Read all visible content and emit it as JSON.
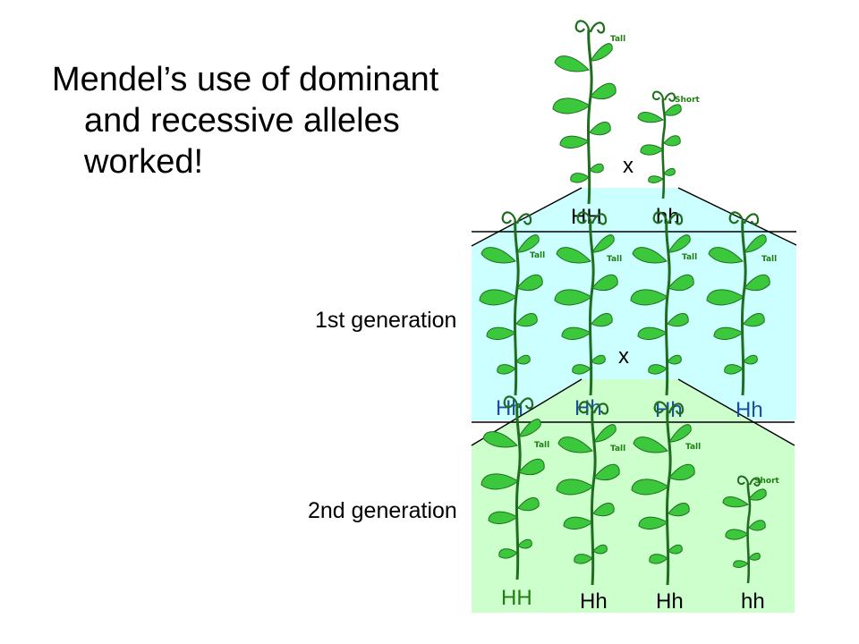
{
  "slide": {
    "title_lines": [
      "Mendel’s use of dominant",
      "and recessive alleles",
      "worked!"
    ]
  },
  "diagram": {
    "cross_symbol": "x",
    "generation_labels": {
      "first": "1st generation",
      "second": "2nd generation"
    },
    "parents": [
      {
        "trait": "Tall",
        "genotype": "HH"
      },
      {
        "trait": "Short",
        "genotype": "hh"
      }
    ],
    "first_generation": [
      {
        "trait": "Tall",
        "genotype": "Hh"
      },
      {
        "trait": "Tall",
        "genotype": "Hh"
      },
      {
        "trait": "Tall",
        "genotype": "Hh"
      },
      {
        "trait": "Tall",
        "genotype": "Hh"
      }
    ],
    "second_generation": [
      {
        "trait": "Tall",
        "genotype": "HH"
      },
      {
        "trait": "Tall",
        "genotype": "Hh"
      },
      {
        "trait": "Tall",
        "genotype": "Hh"
      },
      {
        "trait": "Short",
        "genotype": "hh"
      }
    ],
    "colors": {
      "first_gen_bg": "#ccffff",
      "second_gen_bg": "#ccffcc",
      "plant_leaf": "#3cc83c",
      "plant_stem": "#1f6e1f",
      "label_green": "#1e7f10",
      "allele_black": "#000000",
      "allele_blue": "#1a4fa0"
    }
  }
}
